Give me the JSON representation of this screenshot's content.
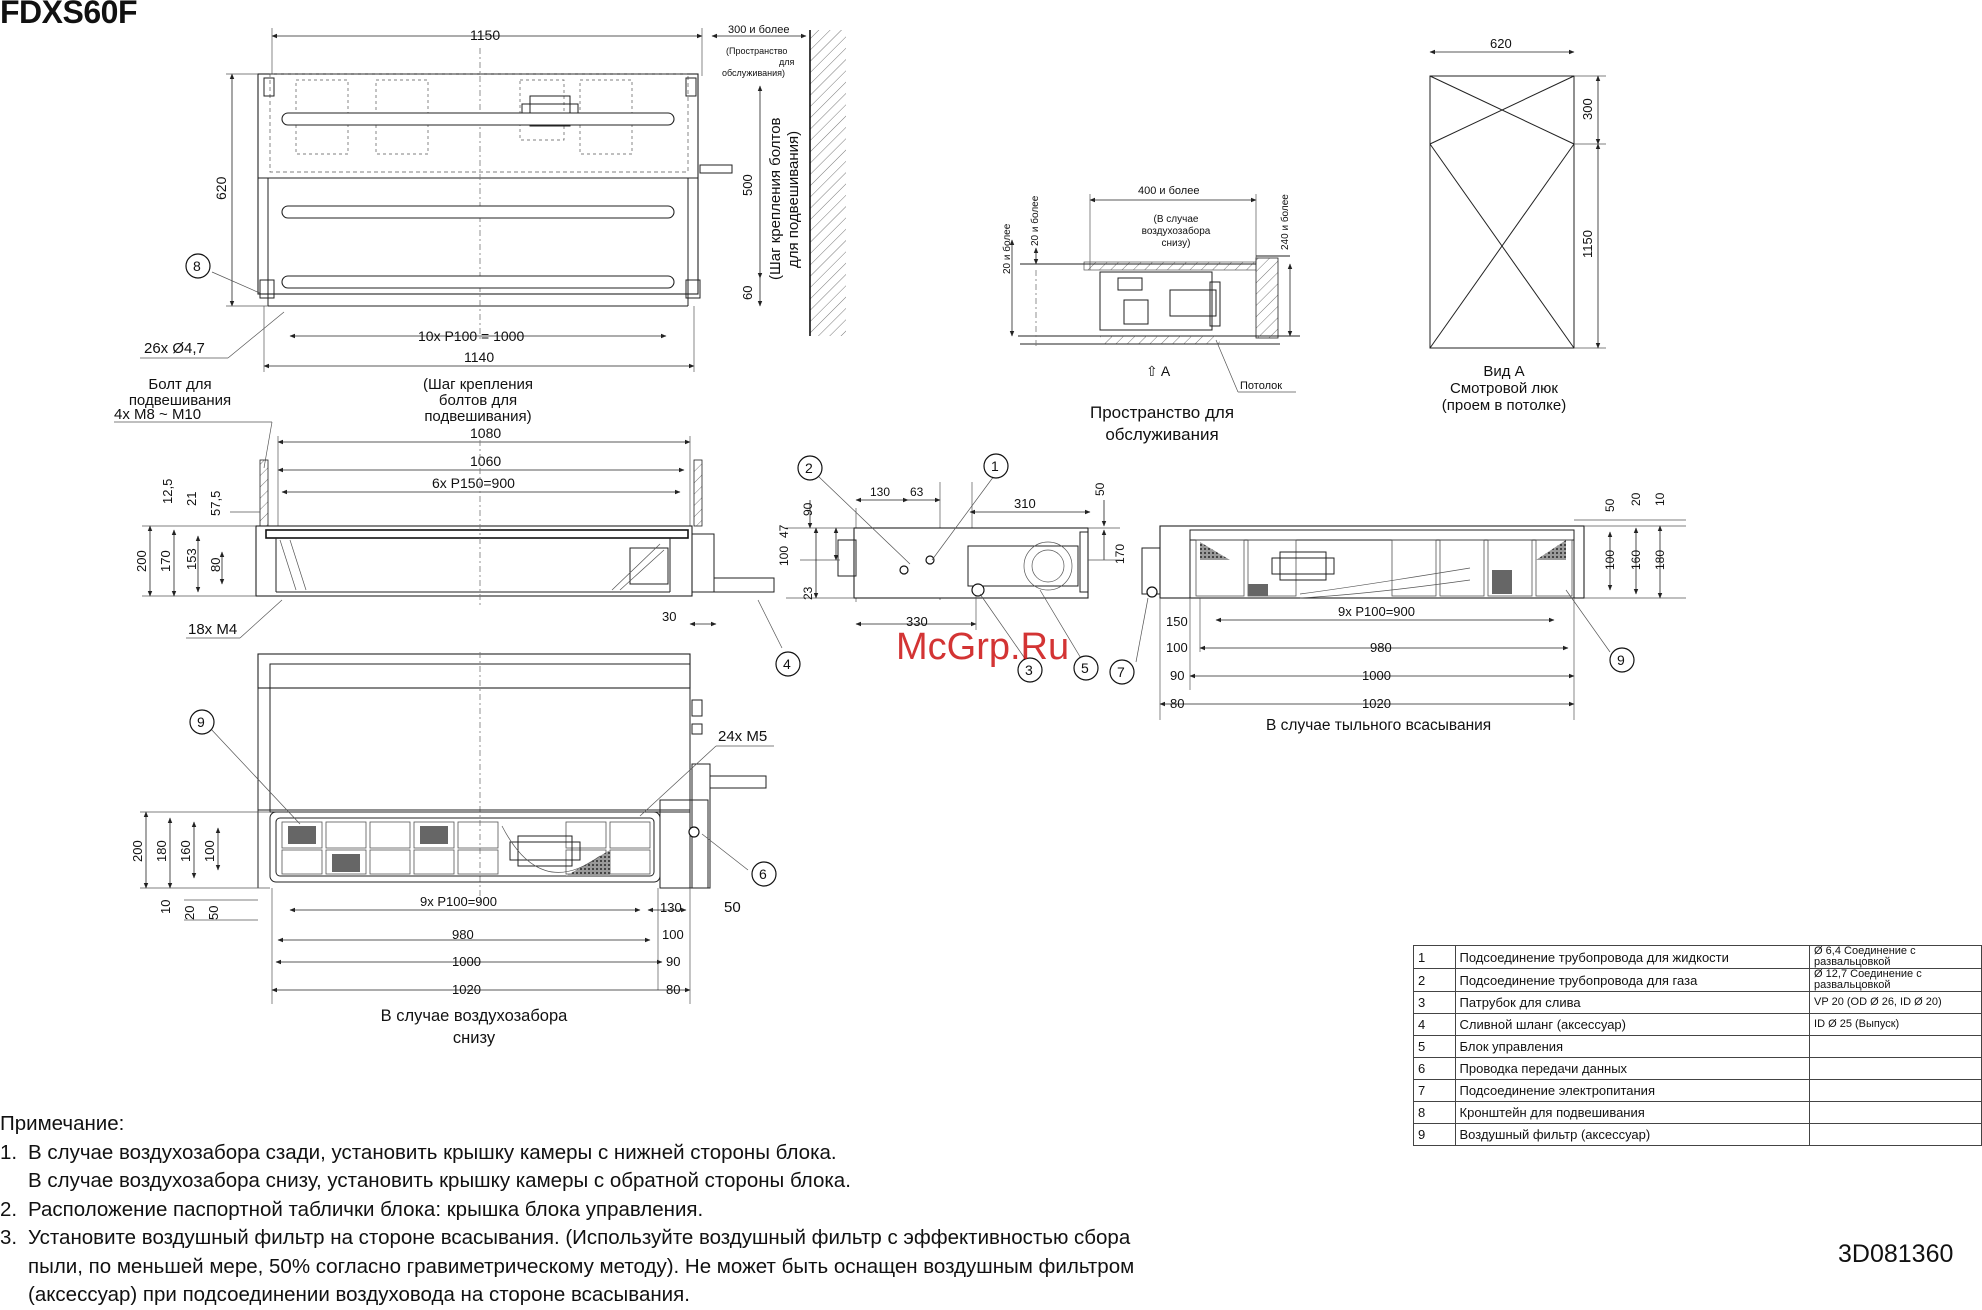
{
  "title": "FDXS60F",
  "watermark": "McGrp.Ru",
  "doc_code": "3D081360",
  "top_view": {
    "width": "1150",
    "height": "620",
    "service_space": "300 и более",
    "service_note": "(Пространство\nдля\nобслуживания)",
    "bolt_pitch_h": "500",
    "dim_60": "60",
    "bolt_pitch_note": "(Шаг крепления болтов\nдля подвешивания)",
    "holes": "26x Ø4,7",
    "pitch": "10x P100 = 1000",
    "width_1140": "1140",
    "pitch_note_bottom": "(Шаг крепления\nболтов для\nподвешивания)",
    "bolt_label": "Болт для\nподвешивания",
    "bolt_size": "4x M8 ~ M10"
  },
  "front_view": {
    "d1080": "1080",
    "d1060": "1060",
    "pitch": "6x P150=900",
    "left_dims": [
      "12,5",
      "21",
      "57,5",
      "200",
      "170",
      "153",
      "80"
    ],
    "screws": "18x M4",
    "d30": "30"
  },
  "bottom_view": {
    "screws": "24x M5",
    "left_dims": [
      "200",
      "180",
      "160",
      "100",
      "10",
      "20",
      "50"
    ],
    "pitch": "9x P100=900",
    "d130": "130",
    "d50": "50",
    "d980": "980",
    "d100": "100",
    "d1000": "1000",
    "d90": "90",
    "d1020": "1020",
    "d80": "80",
    "caption": "В случае воздухозабора\nснизу"
  },
  "service_space": {
    "d400": "400 и более",
    "note": "(В случае\nвоздухозабора\nснизу)",
    "d20a": "20 и более",
    "d20b": "20 и более",
    "d240": "240 и более",
    "arrow": "A",
    "ceiling": "Потолок",
    "caption": "Пространство для\nобслуживания"
  },
  "view_a": {
    "width": "620",
    "d300": "300",
    "d1150": "1150",
    "caption": "Вид А\nСмотровой люк\n(проем в потолке)"
  },
  "side_view": {
    "d130": "130",
    "d63": "63",
    "d310": "310",
    "d50": "50",
    "d90": "90",
    "d47": "47",
    "d100": "100",
    "d23": "23",
    "d170": "170",
    "d330": "330"
  },
  "rear_view": {
    "right_dims": [
      "50",
      "20",
      "10",
      "100",
      "160",
      "180"
    ],
    "pitch": "9x P100=900",
    "d150": "150",
    "d100": "100",
    "d980": "980",
    "d90": "90",
    "d1000": "1000",
    "d80": "80",
    "d1020": "1020",
    "caption": "В случае тыльного всасывания"
  },
  "callouts": [
    "1",
    "2",
    "3",
    "4",
    "5",
    "6",
    "7",
    "8",
    "9"
  ],
  "parts": [
    {
      "n": "1",
      "desc": "Подсоединение трубопровода для жидкости",
      "spec": "Ø 6,4 Соединение с\nразвальцовкой"
    },
    {
      "n": "2",
      "desc": "Подсоединение трубопровода для газа",
      "spec": "Ø 12,7 Соединение с\nразвальцовкой"
    },
    {
      "n": "3",
      "desc": "Патрубок для слива",
      "spec": "VP 20 (OD Ø 26, ID Ø 20)"
    },
    {
      "n": "4",
      "desc": "Сливной шланг (аксессуар)",
      "spec": "ID Ø 25 (Выпуск)"
    },
    {
      "n": "5",
      "desc": "Блок управления",
      "spec": ""
    },
    {
      "n": "6",
      "desc": "Проводка передачи данных",
      "spec": ""
    },
    {
      "n": "7",
      "desc": "Подсоединение электропитания",
      "spec": ""
    },
    {
      "n": "8",
      "desc": "Кронштейн для подвешивания",
      "spec": ""
    },
    {
      "n": "9",
      "desc": "Воздушный фильтр (аксессуар)",
      "spec": ""
    }
  ],
  "notes": {
    "heading": "Примечание:",
    "items": [
      {
        "num": "1.",
        "lines": [
          "В случае воздухозабора сзади, установить крышку камеры с нижней стороны блока.",
          "В случае воздухозабора снизу, установить крышку камеры с обратной стороны блока."
        ]
      },
      {
        "num": "2.",
        "lines": [
          "Расположение паспортной таблички блока: крышка блока управления."
        ]
      },
      {
        "num": "3.",
        "lines": [
          "Установите воздушный фильтр на стороне всасывания. (Используйте воздушный фильтр с эффективностью сбора",
          "пыли, по меньшей мере, 50% согласно гравиметрическому методу). Не может быть оснащен воздушным фильтром",
          "(аксессуар) при подсоединении воздуховода на стороне всасывания."
        ]
      }
    ]
  }
}
